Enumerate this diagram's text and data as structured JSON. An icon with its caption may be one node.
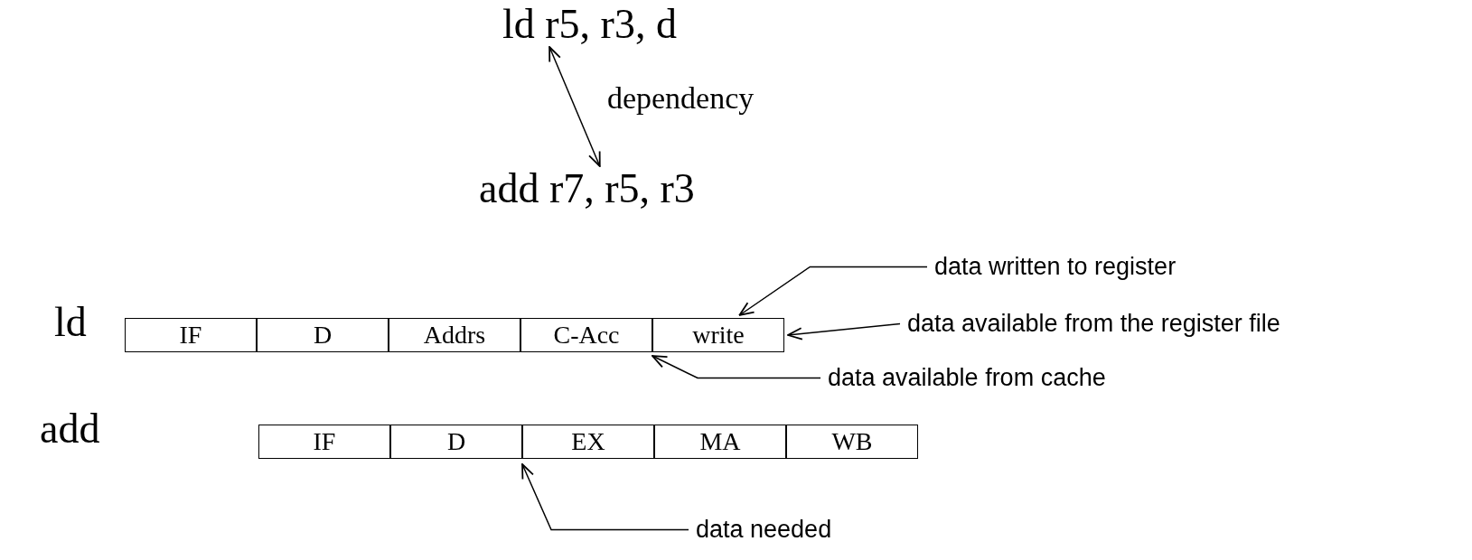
{
  "diagram": {
    "nodes": [
      {
        "text": [
          "ld r5, r3, d"
        ]
      },
      {
        "text": [
          "add r7, r5, r3"
        ]
      },
      {
        "text": [
          "IF"
        ]
      },
      {
        "text": [
          "D"
        ]
      },
      {
        "text": [
          "Addrs"
        ]
      },
      {
        "text": [
          "C-Acc"
        ]
      },
      {
        "text": [
          "write"
        ]
      },
      {
        "text": [
          "IF"
        ]
      },
      {
        "text": [
          "D"
        ]
      },
      {
        "text": [
          "EX"
        ]
      },
      {
        "text": [
          "MA"
        ]
      },
      {
        "text": [
          "WB"
        ]
      },
      {
        "text": [
          "data written to register"
        ]
      },
      {
        "text": [
          "data available from the register file"
        ]
      },
      {
        "text": [
          "data available from cache"
        ]
      },
      {
        "text": [
          "data needed"
        ]
      }
    ],
    "edges": [
      {
        "from": 0,
        "to": 1,
        "arrow": "both",
        "label": "dependency"
      },
      {
        "from": 12,
        "to": 6,
        "arrow": "to"
      },
      {
        "from": 13,
        "to": 6,
        "arrow": "to"
      },
      {
        "from": 14,
        "to": 5,
        "arrow": "to"
      },
      {
        "from": 15,
        "to": 9,
        "arrow": "to"
      }
    ],
    "labels": [
      "ld",
      "add"
    ]
  }
}
